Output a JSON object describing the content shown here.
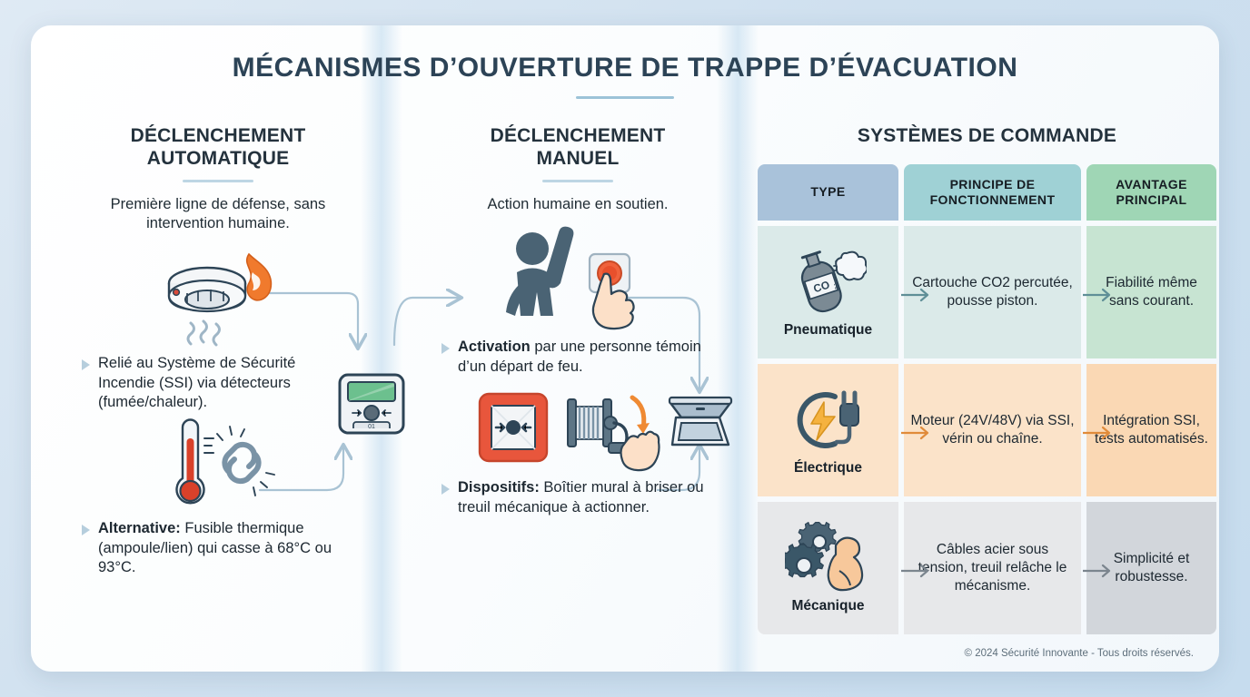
{
  "title": "MÉCANISMES D’OUVERTURE DE TRAPPE D’ÉVACUATION",
  "columns": {
    "automatic": {
      "heading_line1": "DÉCLENCHEMENT",
      "heading_line2": "AUTOMATIQUE",
      "subtitle": "Première ligne de défense, sans intervention humaine.",
      "icon_1": "smoke-detector-flame-icon",
      "bullet_1_lead": "",
      "bullet_1": "Relié au Système de Sécurité Incendie (SSI) via détecteurs (fumée/chaleur).",
      "icon_2": "thermometer-fusible-link-icon",
      "bullet_2_lead": "Alternative:",
      "bullet_2": " Fusible thermique (ampoule/lien) qui casse à 68°C ou 93°C."
    },
    "manual": {
      "heading_line1": "DÉCLENCHEMENT",
      "heading_line2": "MANUEL",
      "subtitle": "Action humaine en soutien.",
      "icon_1": "person-pressing-button-icon",
      "bullet_1_lead": "Activation",
      "bullet_1": " par une personne témoin d’un départ de feu.",
      "icon_2": "break-glass-winch-icon",
      "bullet_2_lead": "Dispositifs:",
      "bullet_2": " Boîtier mural à briser ou treuil mécanique à actionner."
    },
    "systems": {
      "heading": "SYSTÈMES DE COMMANDE",
      "table": {
        "headers": [
          "TYPE",
          "PRINCIPE DE FONCTIONNEMENT",
          "AVANTAGE PRINCIPAL"
        ],
        "header_colors": [
          "#a9c2da",
          "#9fd1d5",
          "#9fd6b5"
        ],
        "rows": [
          {
            "type": "Pneumatique",
            "icon": "co2-cartridge-icon",
            "principle": "Cartouche CO2 percutée, pousse piston.",
            "advantage": "Fiabilité même sans courant.",
            "cell_color": "#dbeae9",
            "advantage_color": "#c7e4d2",
            "arrow_color": "#5f8f97"
          },
          {
            "type": "Électrique",
            "icon": "electric-plug-bolt-icon",
            "principle": "Moteur (24V/48V) via SSI, vérin ou chaîne.",
            "advantage": "Intégration SSI, tests automatisés.",
            "cell_color": "#fbe3c9",
            "advantage_color": "#fad8b4",
            "arrow_color": "#e08b3a"
          },
          {
            "type": "Mécanique",
            "icon": "gears-muscle-arm-icon",
            "principle": "Câbles acier sous tension, treuil relâche le mécanisme.",
            "advantage": "Simplicité et robustesse.",
            "cell_color": "#e7e8ea",
            "advantage_color": "#d2d6db",
            "arrow_color": "#7b858e"
          }
        ]
      }
    }
  },
  "center": {
    "control_panel_icon": "ssi-control-panel-icon",
    "hatch_icon": "open-roof-hatch-icon"
  },
  "footer": "© 2024 Sécurité Innovante - Tous droits réservés.",
  "colors": {
    "title": "#2c4356",
    "accent_rule": "#9cc3d8",
    "page_bg": "#cfe0ef",
    "card_bg": "#ffffff",
    "flame": "#f07a2d",
    "alarm_red": "#e8563c"
  }
}
